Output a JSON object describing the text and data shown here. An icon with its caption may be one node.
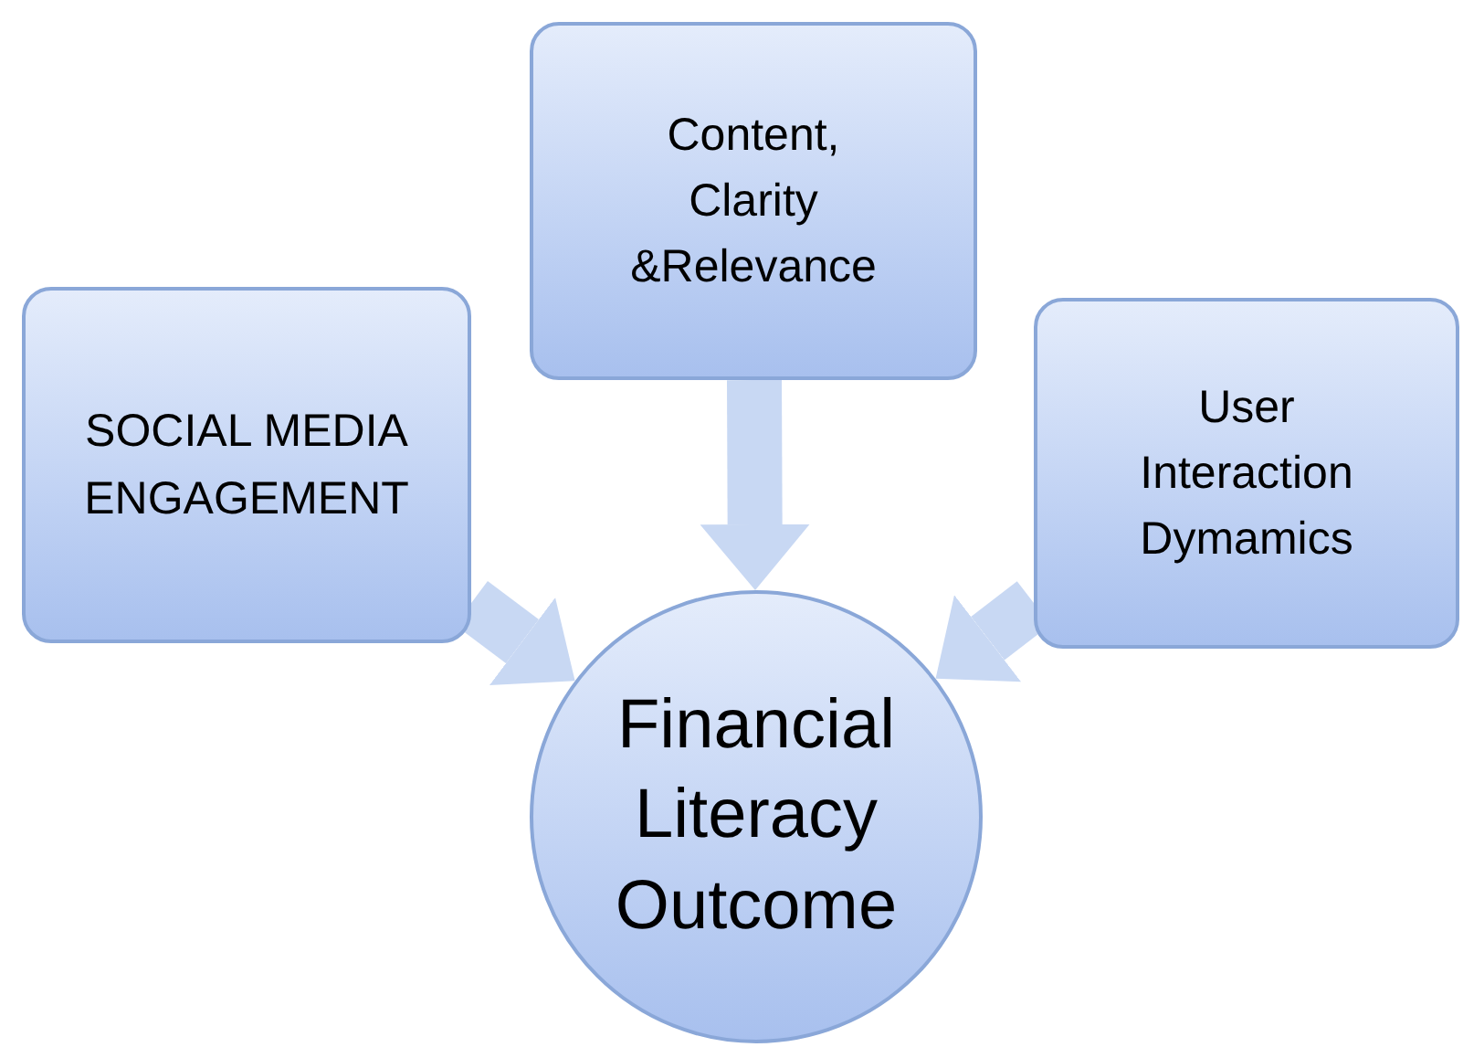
{
  "diagram": {
    "nodes": [
      {
        "text": [
          "SOCIAL MEDIA ENGAGEMENT"
        ]
      },
      {
        "text": [
          "Content, Clarity &Relevance"
        ]
      },
      {
        "text": [
          "User Interaction Dymamics"
        ]
      },
      {
        "text": [
          "Financial Literacy Outcome"
        ]
      }
    ],
    "edges": [
      {
        "from": 0,
        "to": 3,
        "arrow": "to"
      },
      {
        "from": 1,
        "to": 3,
        "arrow": "to"
      },
      {
        "from": 2,
        "to": 3,
        "arrow": "to"
      }
    ]
  }
}
